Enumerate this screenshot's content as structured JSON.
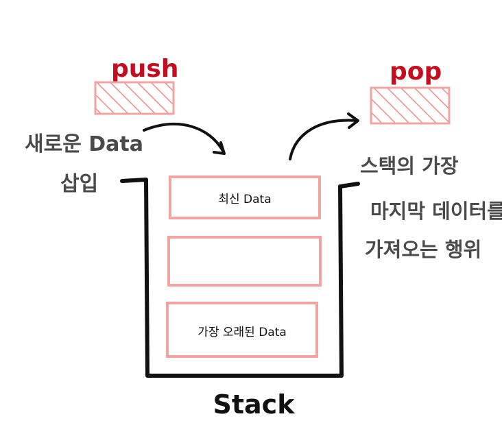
{
  "push": {
    "label": "push",
    "description_lines": [
      "새로운 Data",
      "삽입"
    ]
  },
  "pop": {
    "label": "pop",
    "description_lines": [
      "스택의 가장",
      "마지막 데이터를",
      "가져오는 행위"
    ]
  },
  "stack": {
    "label": "Stack",
    "slots": [
      "최신 Data",
      "",
      "가장 오래된 Data"
    ]
  },
  "colors": {
    "accent_red": "#c40d1e",
    "box_pink": "#f4a3a3",
    "hatch_pink": "#f08a8a",
    "text_gray": "#4a4a4a",
    "outline_black": "#111111"
  }
}
